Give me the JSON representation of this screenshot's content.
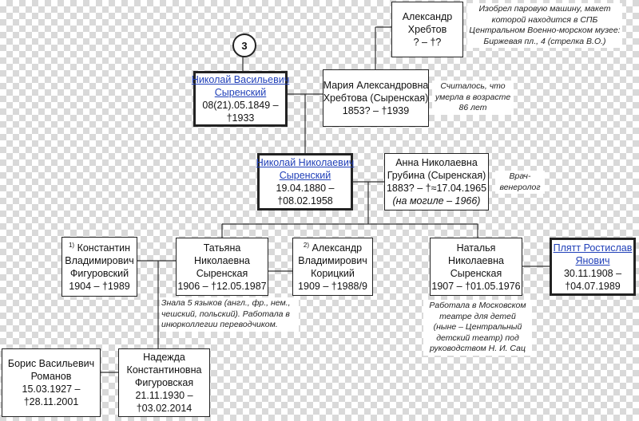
{
  "badge": "3",
  "people": {
    "alexander_khrebtov": {
      "lines": [
        "Александр",
        "Хребтов",
        "? – †?"
      ]
    },
    "nikolai_vasilievich": {
      "link": [
        "Николай Васильевич",
        "Сыренский"
      ],
      "lines": [
        "08(21).05.1849 –",
        "†1933"
      ]
    },
    "maria": {
      "lines": [
        "Мария Александровна",
        "Хребтова (Сыренская)",
        "1853? – †1939"
      ]
    },
    "nikolai_nikolaevich": {
      "link": [
        "Николай Николаевич",
        "Сыренский"
      ],
      "lines": [
        "19.04.1880 –",
        "†08.02.1958"
      ]
    },
    "anna": {
      "lines": [
        "Анна Николаевна",
        "Грубина (Сыренская)",
        "1883? – †≈17.04.1965"
      ],
      "italic": "(на могиле – 1966)"
    },
    "konstantin": {
      "sup": "1)",
      "first": " Константин",
      "lines": [
        "Владимирович",
        "Фигуровский",
        "1904 – †1989"
      ]
    },
    "tatiana": {
      "lines": [
        "Татьяна",
        "Николаевна",
        "Сыренская",
        "1906 – †12.05.1987"
      ]
    },
    "alexander_koritsky": {
      "sup": "2)",
      "first": " Александр",
      "lines": [
        "Владимирович",
        "Корицкий",
        "1909 – †1988/9"
      ]
    },
    "natalia": {
      "lines": [
        "Наталья",
        "Николаевна",
        "Сыренская",
        "1907 – †01.05.1976"
      ]
    },
    "platt": {
      "link": [
        "Плятт Ростислав",
        "Янович"
      ],
      "lines": [
        "30.11.1908 –",
        "†04.07.1989"
      ]
    },
    "boris": {
      "lines": [
        "Борис Васильевич",
        "Романов",
        "15.03.1927 –",
        "†28.11.2001"
      ]
    },
    "nadezhda": {
      "lines": [
        "Надежда",
        "Константиновна",
        "Фигуровская",
        "21.11.1930 –",
        "†03.02.2014"
      ]
    }
  },
  "notes": {
    "steam_engine": [
      "Изобрел паровую машину, макет",
      "которой находится в СПБ",
      "Центральном Военно-морском музее:",
      "Биржевая пл., 4 (стрелка В.О.)"
    ],
    "maria_age": [
      "Считалось, что",
      "умерла в возрасте",
      "86 лет"
    ],
    "anna_job": [
      "Врач-",
      "венеролог"
    ],
    "tatiana_languages": [
      "Знала 5 языков (англ., фр., нем.,",
      "чешский, польский). Работала в",
      "инюрколлегии переводчиком."
    ],
    "natalia_theatre": [
      "Работала в Московском",
      "театре для детей",
      "(ныне – Центральный",
      "детский театр) под",
      "руководством Н. И. Сац"
    ]
  }
}
